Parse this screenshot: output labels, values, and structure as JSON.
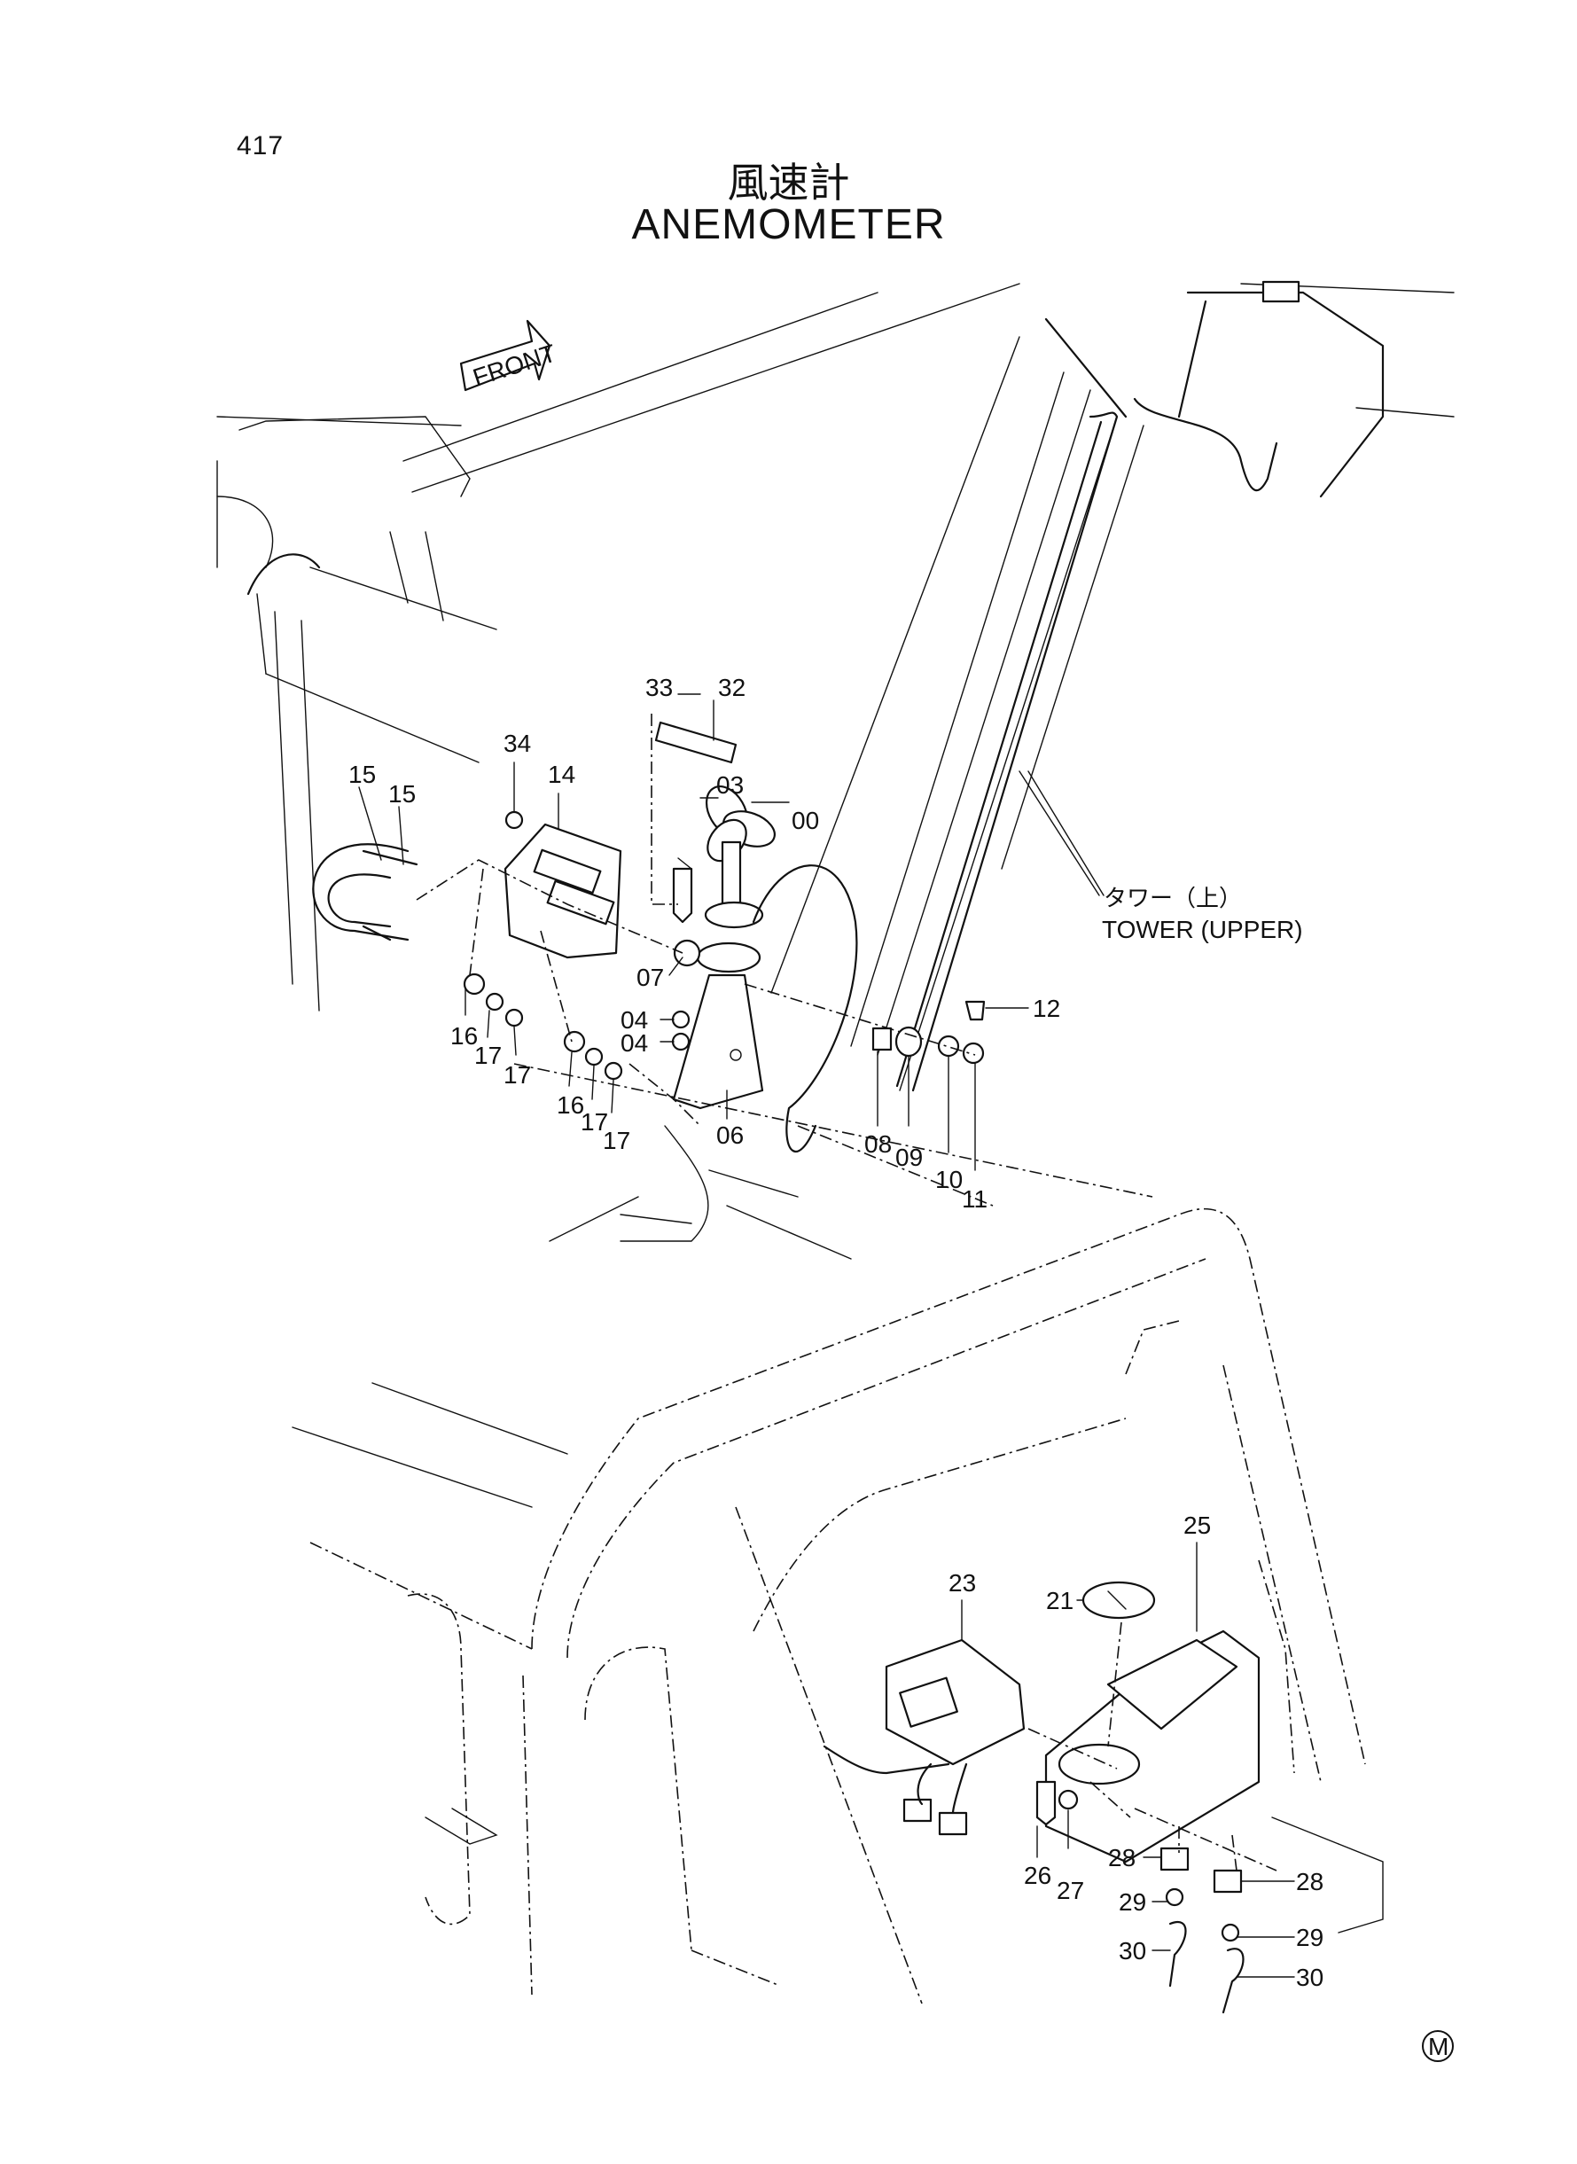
{
  "page_number": "417",
  "title_jp": "風速計",
  "title_en": "ANEMOMETER",
  "front_label": "FRONT",
  "tower_label_jp": "タワー（上）",
  "tower_label_en": "TOWER (UPPER)",
  "mark": "M",
  "callouts": {
    "p00": "00",
    "p03": "03",
    "p04a": "04",
    "p04b": "04",
    "p06": "06",
    "p07": "07",
    "p08": "08",
    "p09": "09",
    "p10": "10",
    "p11": "11",
    "p12": "12",
    "p14": "14",
    "p15a": "15",
    "p15b": "15",
    "p16a": "16",
    "p16b": "16",
    "p17a": "17",
    "p17b": "17",
    "p17c": "17",
    "p17d": "17",
    "p21": "21",
    "p23": "23",
    "p25": "25",
    "p26": "26",
    "p27": "27",
    "p28a": "28",
    "p28b": "28",
    "p29a": "29",
    "p29b": "29",
    "p30a": "30",
    "p30b": "30",
    "p32": "32",
    "p33": "33",
    "p34": "34"
  },
  "icons": [
    "front-arrow-icon",
    "circled-m-icon"
  ]
}
